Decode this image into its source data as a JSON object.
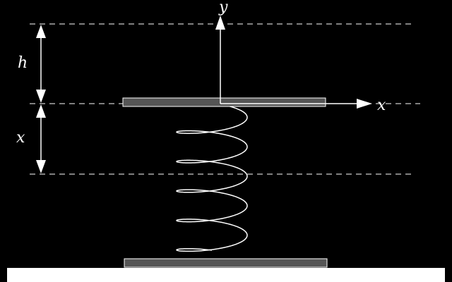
{
  "diagram": {
    "labels": {
      "h": "h",
      "x_disp": "x",
      "y_axis": "y",
      "x_axis": "x"
    },
    "colors": {
      "background": "#000000",
      "line": "#ffffff",
      "plate": "#555555",
      "ground": "#ffffff"
    }
  }
}
